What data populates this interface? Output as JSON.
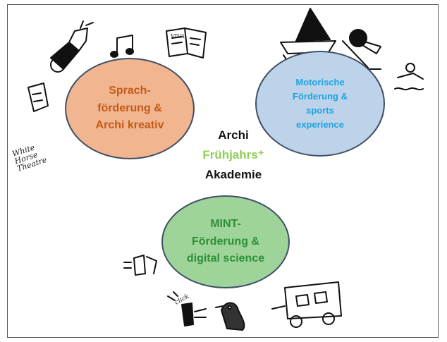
{
  "center": {
    "line1": "Archi",
    "line2": "Frühjahrs⁺",
    "line3": "Akademie"
  },
  "ellipses": [
    {
      "lines": [
        "Sprach-",
        "förderung &",
        "Archi kreativ"
      ],
      "fill": "#f1b58f",
      "text_color": "#c45a19"
    },
    {
      "lines": [
        "Motorische",
        "Förderung &",
        "sports",
        "experience"
      ],
      "fill": "#bcd3ea",
      "text_color": "#1fa3e0"
    },
    {
      "lines": [
        "MINT-",
        "Förderung &",
        "digital science"
      ],
      "fill": "#9ed49a",
      "text_color": "#2e8f3b"
    }
  ],
  "sketches": {
    "theatre_label": [
      "White",
      "Horse",
      "Theatre"
    ],
    "click_label": "click",
    "sign_label": "VIVA",
    "icons": [
      "projector-spotlight-icon",
      "music-notes-icon",
      "books-icon",
      "face-sketch-icon",
      "theatre-text-icon",
      "boat-sailing-icon",
      "table-tennis-icon",
      "swimmer-icon",
      "robot-figure-icon",
      "camera-click-icon",
      "bird-icon",
      "caravan-bus-icon"
    ]
  },
  "colors": {
    "accent_green": "#8fce57",
    "border": "#3f4f66"
  }
}
